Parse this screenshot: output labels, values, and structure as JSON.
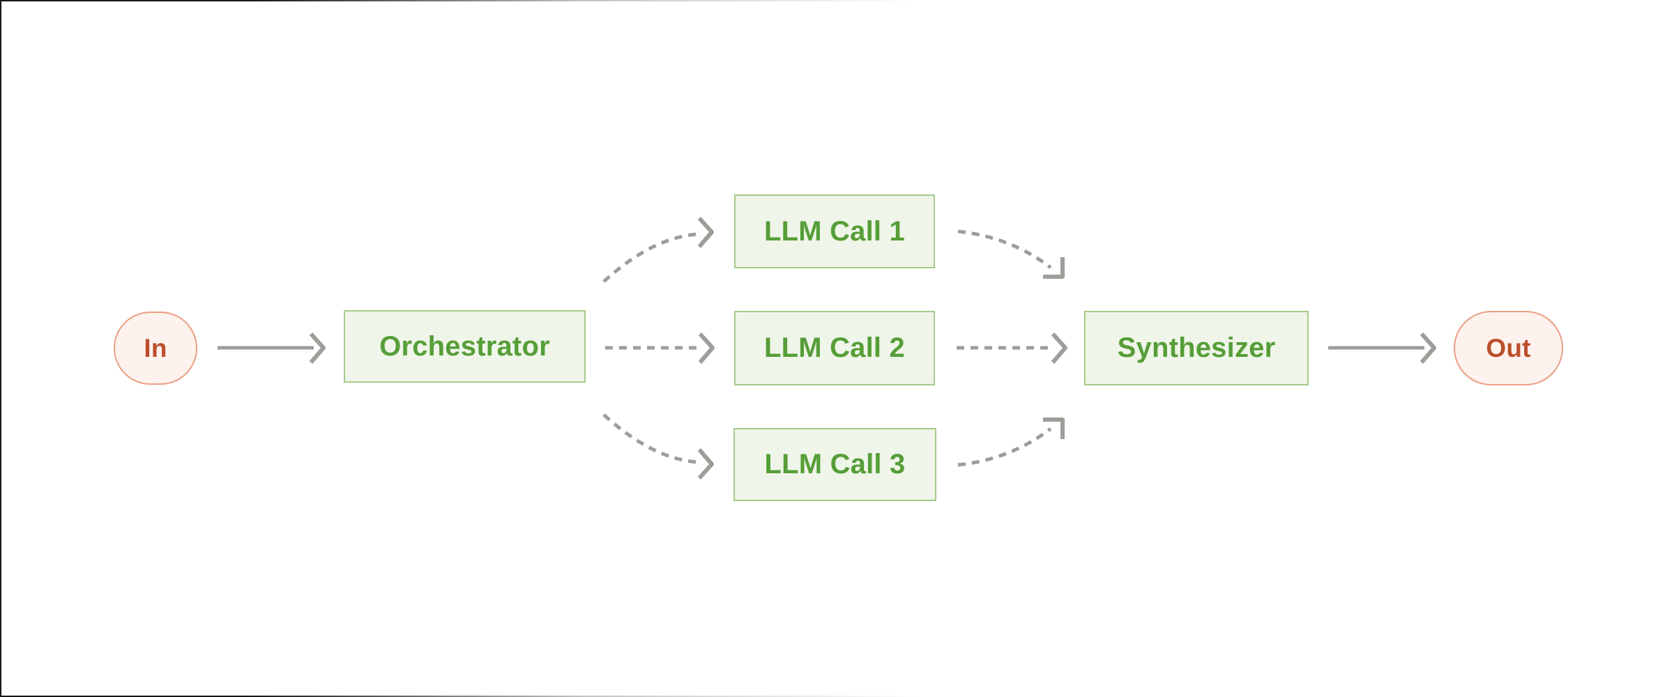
{
  "diagram": {
    "name": "orchestrator-workers-workflow",
    "nodes": {
      "in": {
        "label": "In",
        "type": "terminal"
      },
      "orchestrator": {
        "label": "Orchestrator",
        "type": "process"
      },
      "llm1": {
        "label": "LLM Call 1",
        "type": "process"
      },
      "llm2": {
        "label": "LLM Call 2",
        "type": "process"
      },
      "llm3": {
        "label": "LLM Call 3",
        "type": "process"
      },
      "synthesizer": {
        "label": "Synthesizer",
        "type": "process"
      },
      "out": {
        "label": "Out",
        "type": "terminal"
      }
    },
    "edges": [
      {
        "from": "in",
        "to": "orchestrator",
        "style": "solid",
        "shape": "straight"
      },
      {
        "from": "orchestrator",
        "to": "llm1",
        "style": "dashed",
        "shape": "curve-up"
      },
      {
        "from": "orchestrator",
        "to": "llm2",
        "style": "dashed",
        "shape": "straight"
      },
      {
        "from": "orchestrator",
        "to": "llm3",
        "style": "dashed",
        "shape": "curve-down"
      },
      {
        "from": "llm1",
        "to": "synthesizer",
        "style": "dashed",
        "shape": "curve-down"
      },
      {
        "from": "llm2",
        "to": "synthesizer",
        "style": "dashed",
        "shape": "straight"
      },
      {
        "from": "llm3",
        "to": "synthesizer",
        "style": "dashed",
        "shape": "curve-up"
      },
      {
        "from": "synthesizer",
        "to": "out",
        "style": "solid",
        "shape": "straight"
      }
    ],
    "colors": {
      "background": "#ffffff",
      "process_fill": "#eff5e8",
      "process_border": "#a6ca88",
      "process_text": "#569e38",
      "terminal_fill": "#fdf2ed",
      "terminal_border": "#eb9e82",
      "terminal_text": "#bc4f2c",
      "arrow": "#9d9d99"
    }
  }
}
